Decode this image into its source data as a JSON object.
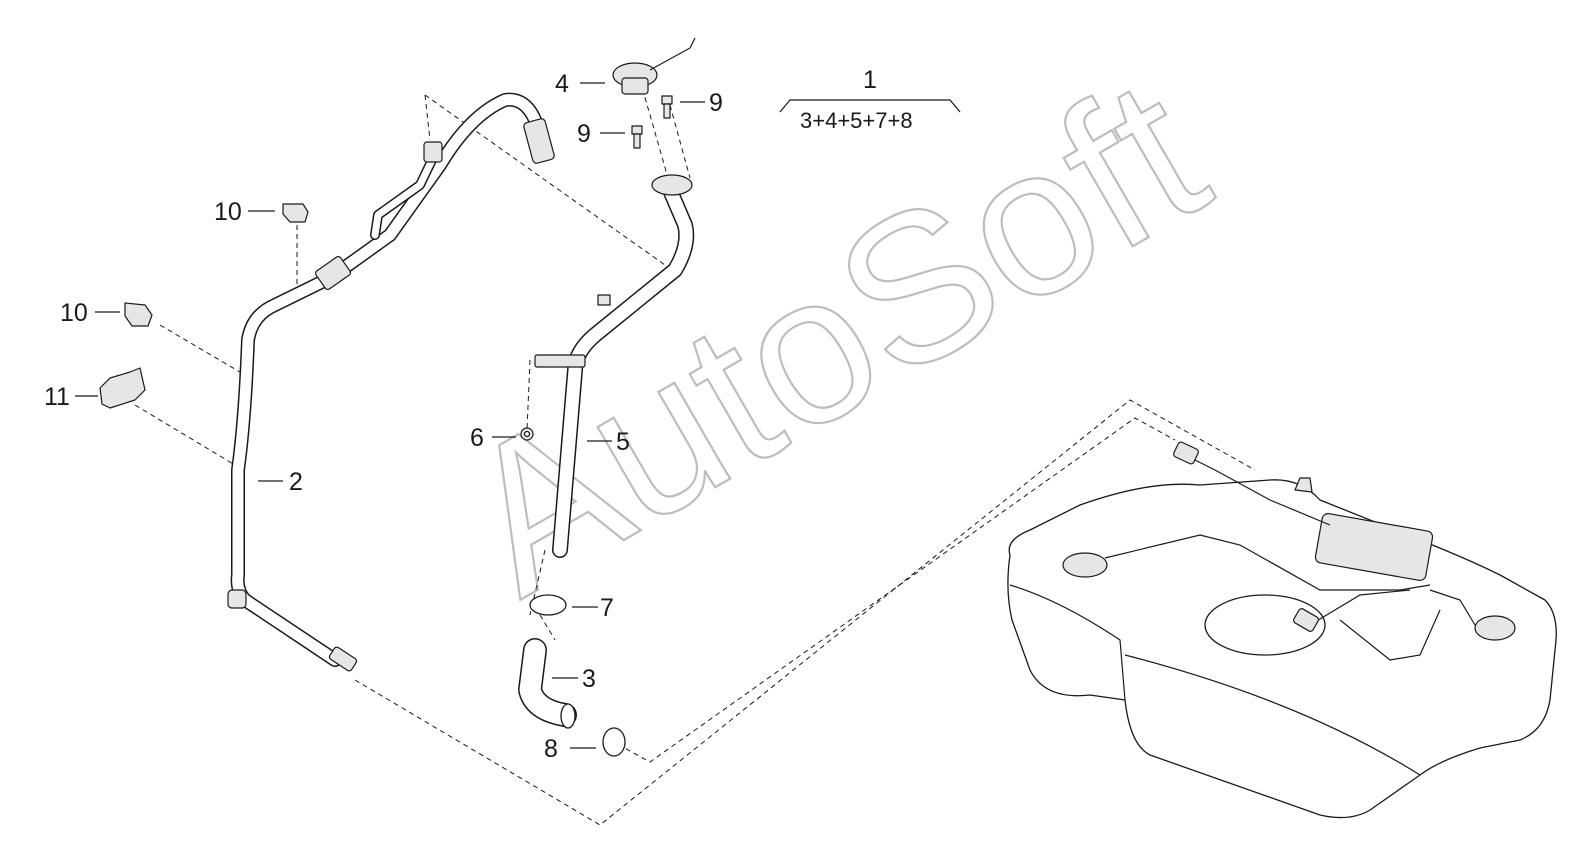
{
  "watermark": "AutoSoft",
  "kit": {
    "number": "1",
    "contents": "3+4+5+7+8"
  },
  "callouts": [
    {
      "id": "callout-2",
      "text": "2"
    },
    {
      "id": "callout-3",
      "text": "3"
    },
    {
      "id": "callout-4",
      "text": "4"
    },
    {
      "id": "callout-5",
      "text": "5"
    },
    {
      "id": "callout-6",
      "text": "6"
    },
    {
      "id": "callout-7",
      "text": "7"
    },
    {
      "id": "callout-8",
      "text": "8"
    },
    {
      "id": "callout-9a",
      "text": "9"
    },
    {
      "id": "callout-9b",
      "text": "9"
    },
    {
      "id": "callout-10a",
      "text": "10"
    },
    {
      "id": "callout-10b",
      "text": "10"
    },
    {
      "id": "callout-11",
      "text": "11"
    }
  ]
}
